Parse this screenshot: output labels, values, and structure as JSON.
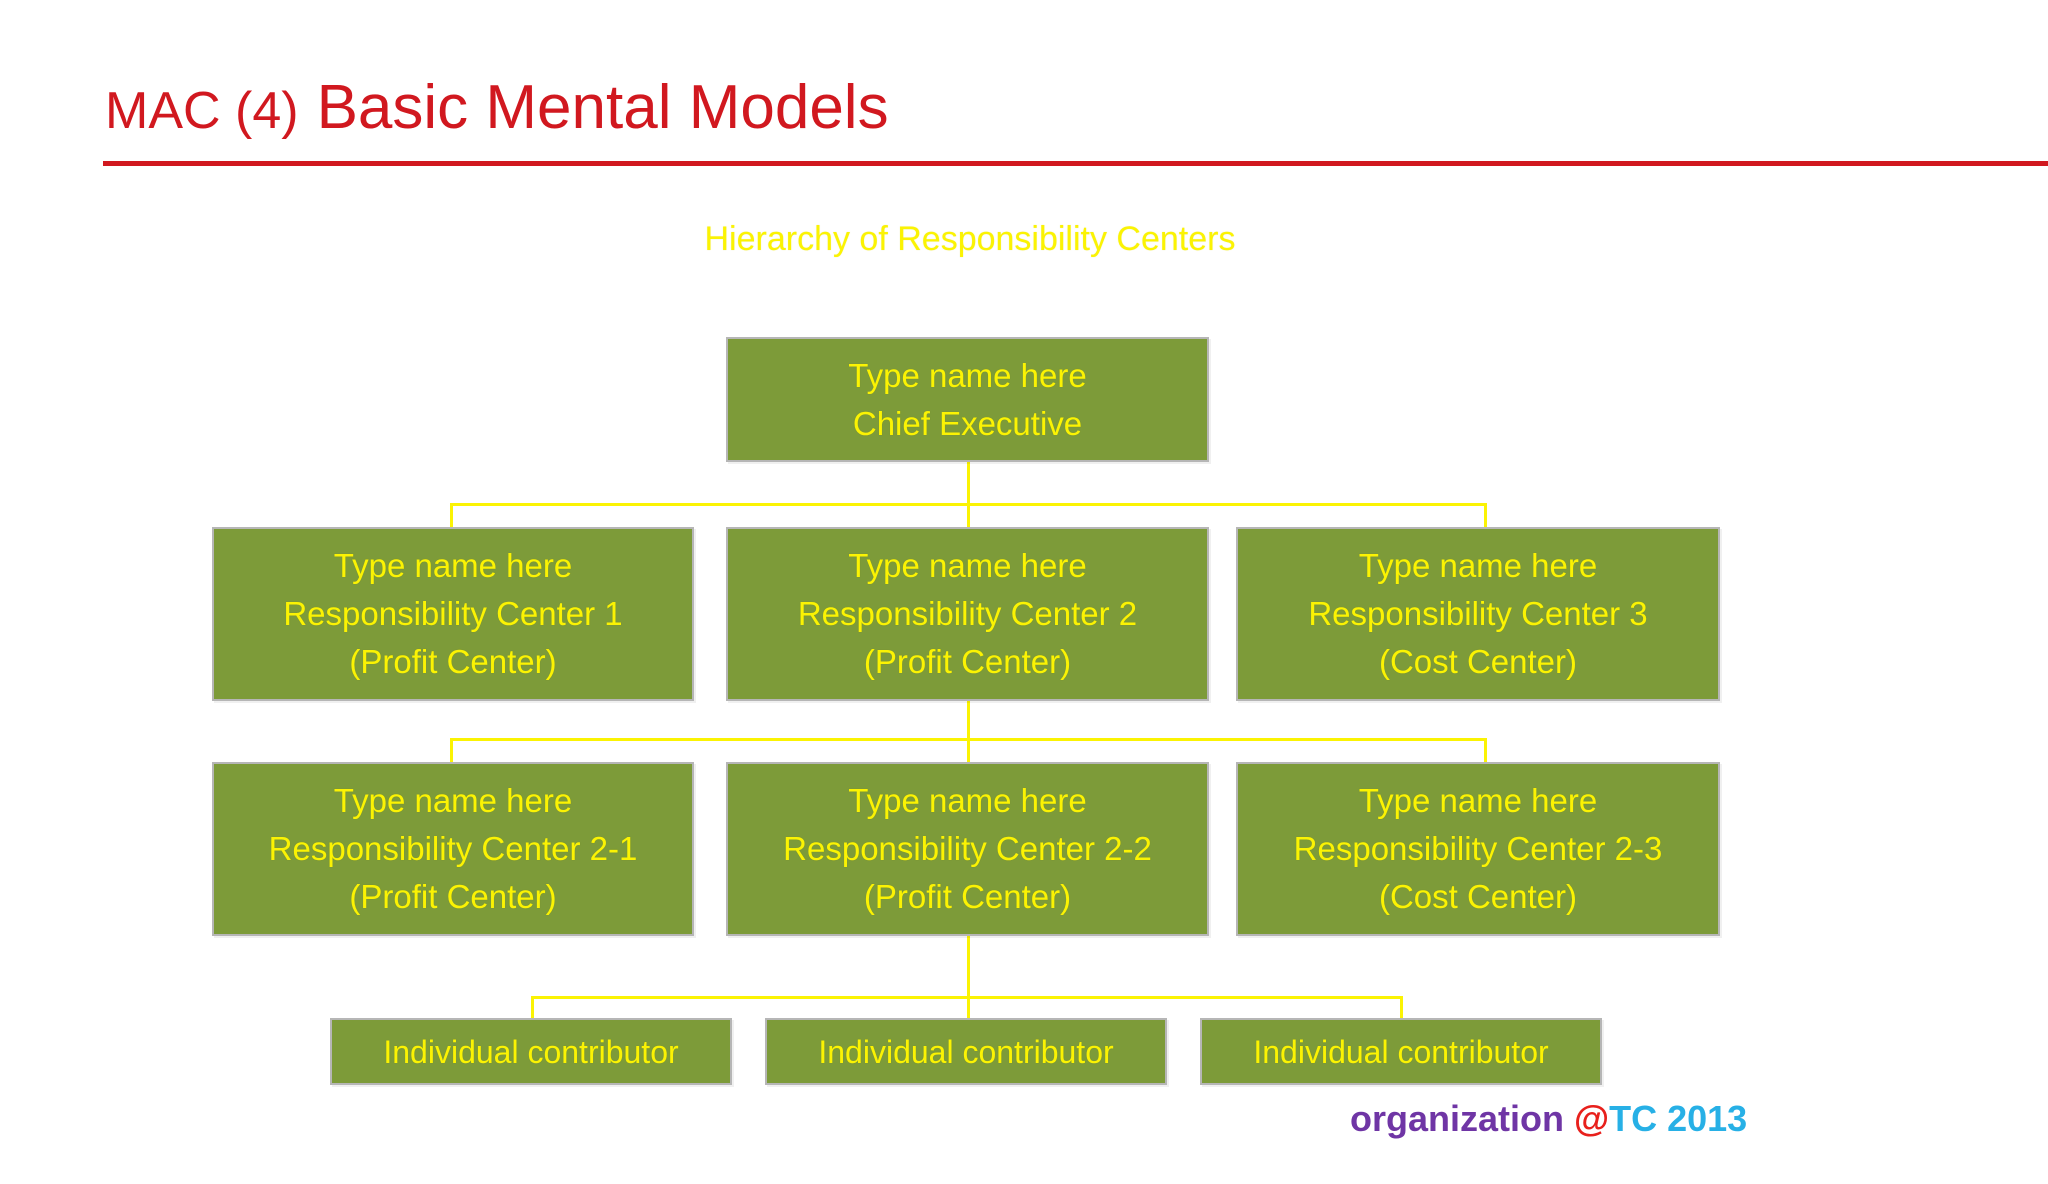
{
  "slide": {
    "title_prefix": "MAC (4)",
    "title_main": "Basic Mental Models",
    "subtitle": "Hierarchy of Responsibility Centers",
    "accent_red": "#d1181f",
    "node_green": "#7d9b39",
    "node_text_yellow": "#fbf303",
    "connector_yellow": "#fbf303",
    "background": "#ffffff"
  },
  "footer": {
    "organization": "organization ",
    "at": "@",
    "tc_year": "TC 2013",
    "organization_color": "#6f35a5",
    "at_color": "#e8201c",
    "tc_color": "#27b0e6"
  },
  "chart_data": {
    "type": "diagram",
    "title": "Hierarchy of Responsibility Centers",
    "nodes": [
      {
        "id": "ceo",
        "level": 0,
        "line1": "Type name here",
        "line2": "Chief Executive",
        "line3": ""
      },
      {
        "id": "rc1",
        "level": 1,
        "line1": "Type name here",
        "line2": "Responsibility Center 1",
        "line3": "(Profit Center)"
      },
      {
        "id": "rc2",
        "level": 1,
        "line1": "Type name here",
        "line2": "Responsibility Center 2",
        "line3": "(Profit Center)"
      },
      {
        "id": "rc3",
        "level": 1,
        "line1": "Type name here",
        "line2": "Responsibility Center 3",
        "line3": "(Cost Center)"
      },
      {
        "id": "rc21",
        "level": 2,
        "line1": "Type name here",
        "line2": "Responsibility Center 2-1",
        "line3": "(Profit Center)"
      },
      {
        "id": "rc22",
        "level": 2,
        "line1": "Type name here",
        "line2": "Responsibility Center 2-2",
        "line3": "(Profit Center)"
      },
      {
        "id": "rc23",
        "level": 2,
        "line1": "Type name here",
        "line2": "Responsibility Center 2-3",
        "line3": "(Cost Center)"
      },
      {
        "id": "ic1",
        "level": 3,
        "line1": "Individual contributor",
        "line2": "",
        "line3": ""
      },
      {
        "id": "ic2",
        "level": 3,
        "line1": "Individual contributor",
        "line2": "",
        "line3": ""
      },
      {
        "id": "ic3",
        "level": 3,
        "line1": "Individual contributor",
        "line2": "",
        "line3": ""
      }
    ],
    "edges": [
      {
        "from": "ceo",
        "to": "rc1"
      },
      {
        "from": "ceo",
        "to": "rc2"
      },
      {
        "from": "ceo",
        "to": "rc3"
      },
      {
        "from": "rc2",
        "to": "rc21"
      },
      {
        "from": "rc2",
        "to": "rc22"
      },
      {
        "from": "rc2",
        "to": "rc23"
      },
      {
        "from": "rc22",
        "to": "ic1"
      },
      {
        "from": "rc22",
        "to": "ic2"
      },
      {
        "from": "rc22",
        "to": "ic3"
      }
    ]
  }
}
